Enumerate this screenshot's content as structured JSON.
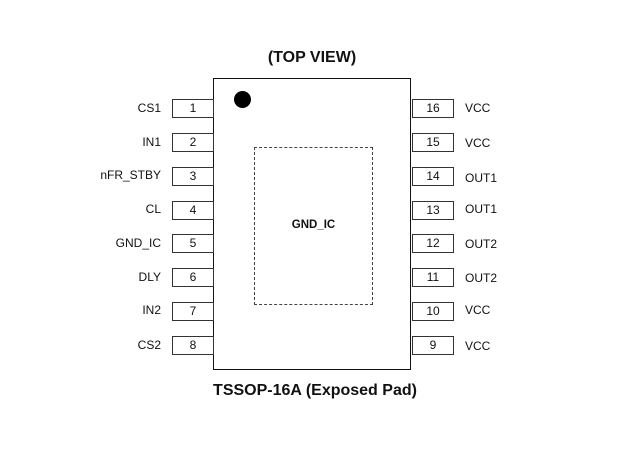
{
  "diagram": {
    "title": "(TOP VIEW)",
    "package_label": "TSSOP-16A (Exposed Pad)",
    "exposed_pad_label": "GND_IC",
    "left_pins": [
      {
        "number": "1",
        "name": "CS1"
      },
      {
        "number": "2",
        "name": "IN1"
      },
      {
        "number": "3",
        "name": "nFR_STBY"
      },
      {
        "number": "4",
        "name": "CL"
      },
      {
        "number": "5",
        "name": "GND_IC"
      },
      {
        "number": "6",
        "name": "DLY"
      },
      {
        "number": "7",
        "name": "IN2"
      },
      {
        "number": "8",
        "name": "CS2"
      }
    ],
    "right_pins": [
      {
        "number": "16",
        "name": "VCC"
      },
      {
        "number": "15",
        "name": "VCC"
      },
      {
        "number": "14",
        "name": "OUT1"
      },
      {
        "number": "13",
        "name": "OUT1"
      },
      {
        "number": "12",
        "name": "OUT2"
      },
      {
        "number": "11",
        "name": "OUT2"
      },
      {
        "number": "10",
        "name": "VCC"
      },
      {
        "number": "9",
        "name": "VCC"
      }
    ],
    "colors": {
      "outline": "#111111",
      "pin1_marker": "#000000",
      "background": "#ffffff"
    }
  }
}
